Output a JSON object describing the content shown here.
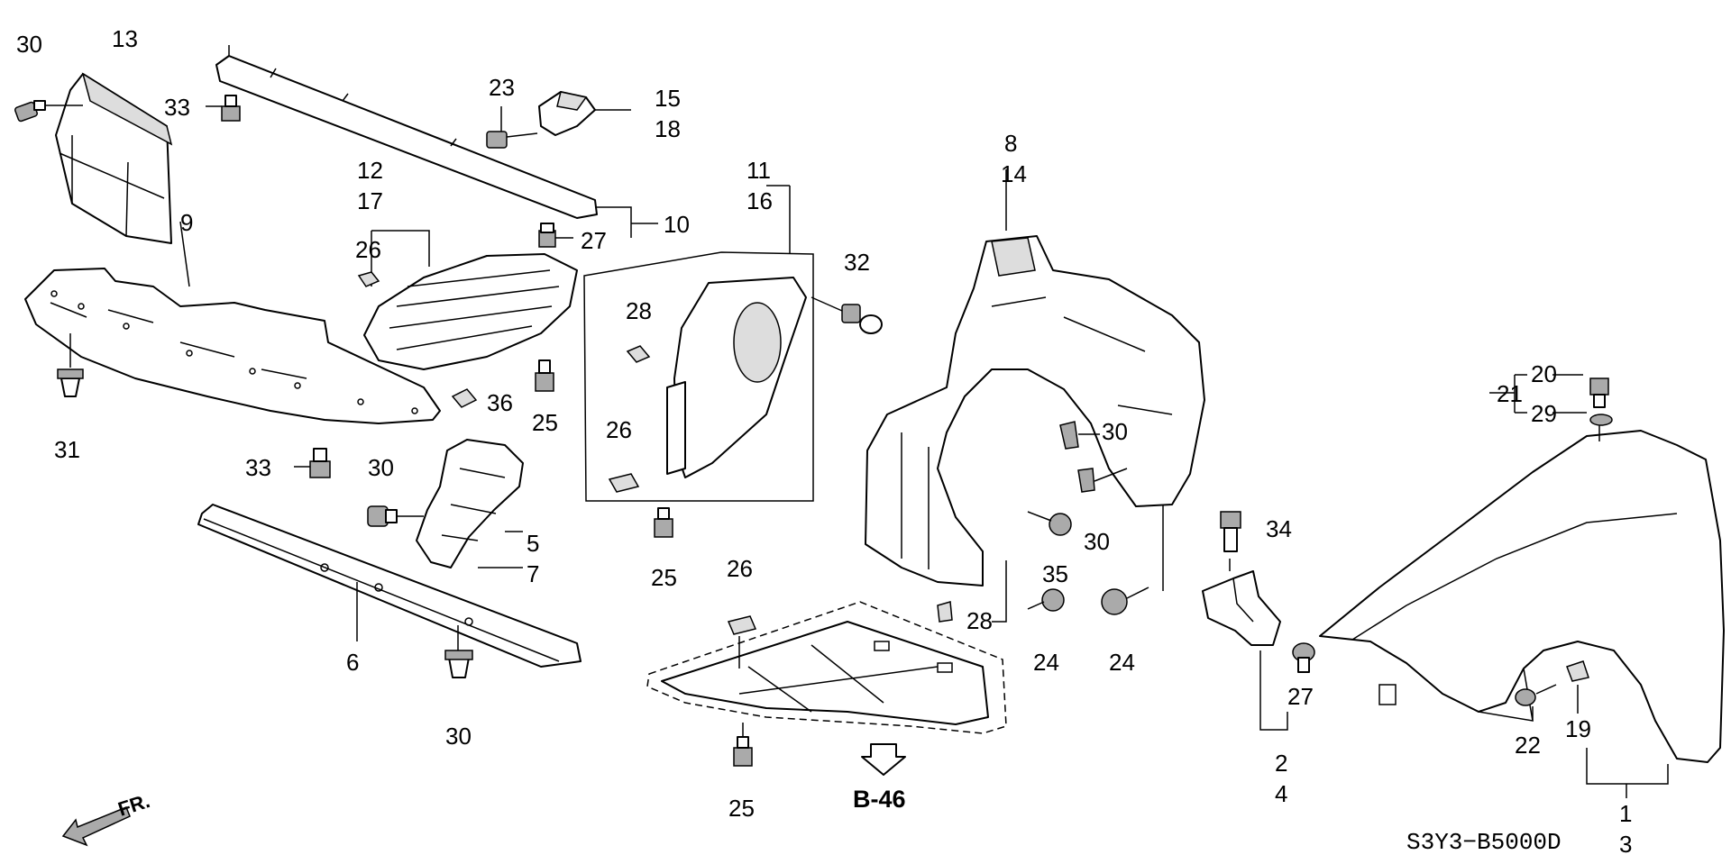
{
  "labels": {
    "n1": "1",
    "n2": "2",
    "n3": "3",
    "n4": "4",
    "n5": "5",
    "n6": "6",
    "n7": "7",
    "n8": "8",
    "n9": "9",
    "n10": "10",
    "n11": "11",
    "n12": "12",
    "n13": "13",
    "n14": "14",
    "n15": "15",
    "n16": "16",
    "n17": "17",
    "n18": "18",
    "n19": "19",
    "n20": "20",
    "n21": "21",
    "n22": "22",
    "n23": "23",
    "n24": "24",
    "n25": "25",
    "n26": "26",
    "n27": "27",
    "n28": "28",
    "n29": "29",
    "n30": "30",
    "n31": "31",
    "n32": "32",
    "n33": "33",
    "n34": "34",
    "n35": "35",
    "n36": "36"
  },
  "reference": "B-46",
  "direction": "FR.",
  "diagram_code": "S3Y3−B5000D"
}
